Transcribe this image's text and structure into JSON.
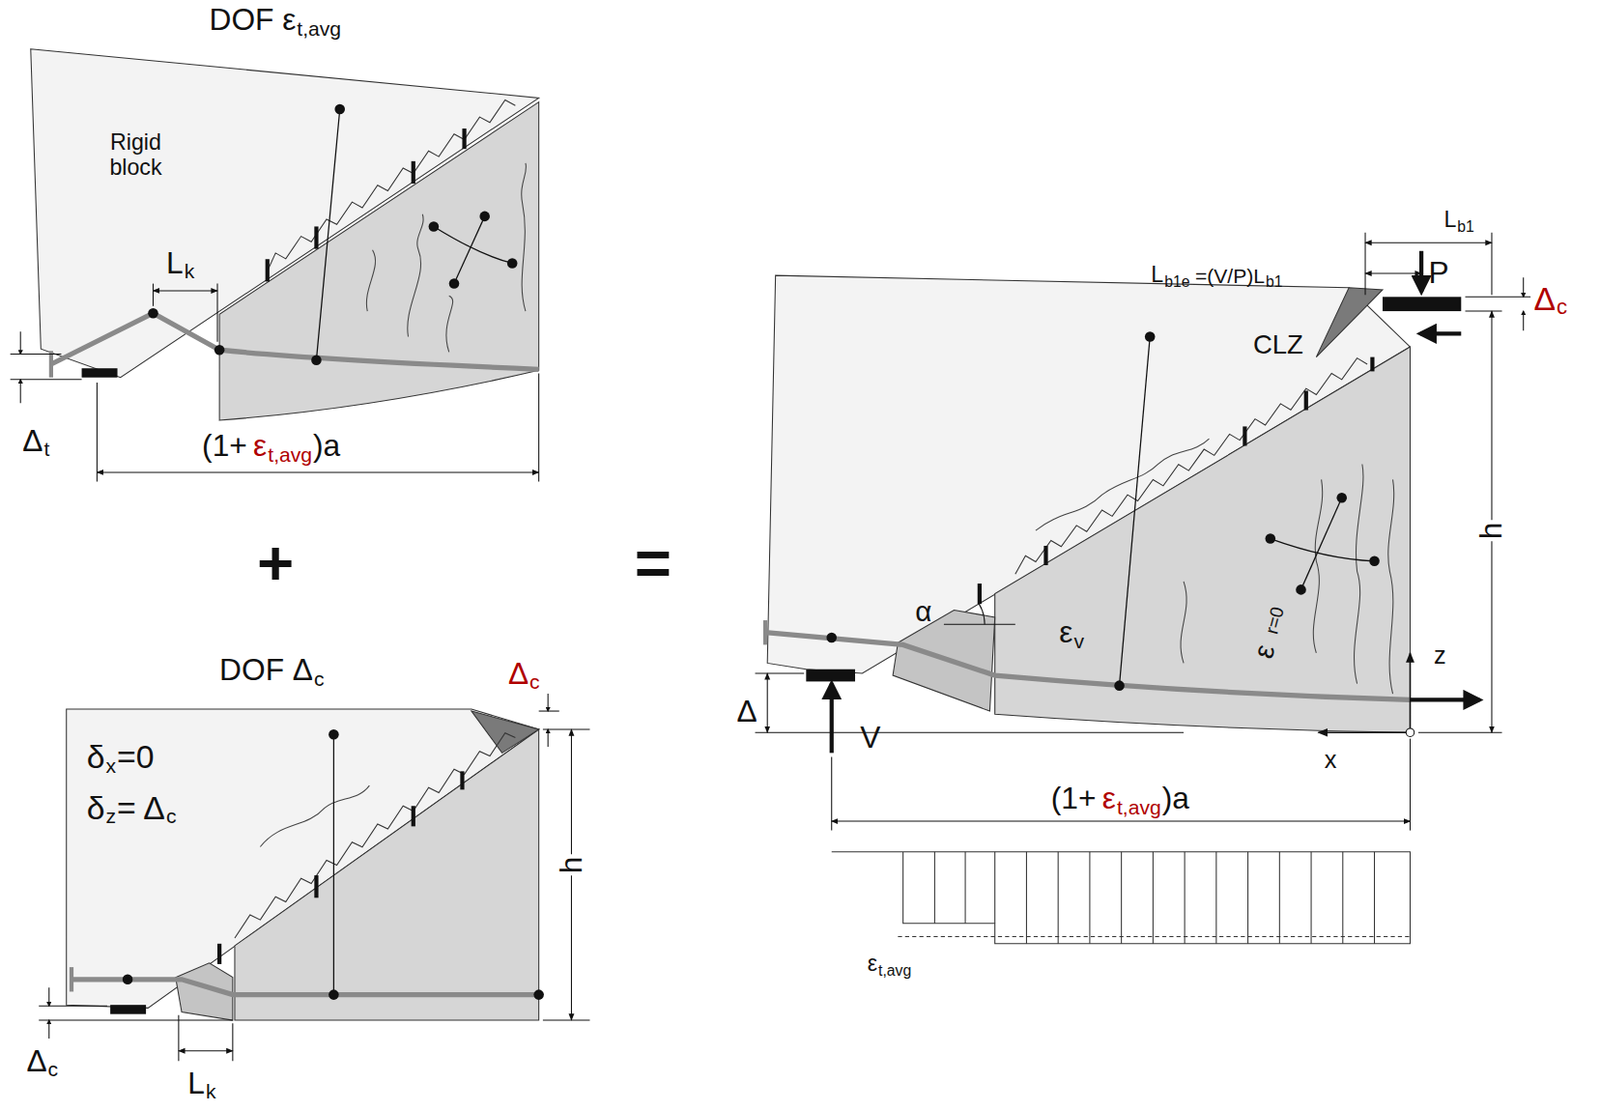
{
  "diagram": {
    "labels": [
      "DOF ε",
      "t,avg",
      "Rigid block",
      "L",
      "k",
      "Δ",
      "t",
      "(1+",
      "ε",
      "t,avg",
      ")a",
      "+",
      "=",
      "DOF Δ",
      "c",
      "Δ",
      "c",
      "δ",
      "x",
      "=0",
      "δ",
      "z",
      "= Δ",
      "c",
      "h",
      "Δ",
      "c",
      "L",
      "k",
      "L",
      "b1",
      "L",
      "b1e",
      "=(V/P)L",
      "b1",
      "P",
      "Δ",
      "c",
      "CLZ",
      "h",
      "α",
      "ε",
      "v",
      "ε",
      "r=0",
      "z",
      "Δ",
      "V",
      "x",
      "(1+",
      "ε",
      "t,avg",
      ")a",
      "ε",
      "t,avg"
    ]
  }
}
